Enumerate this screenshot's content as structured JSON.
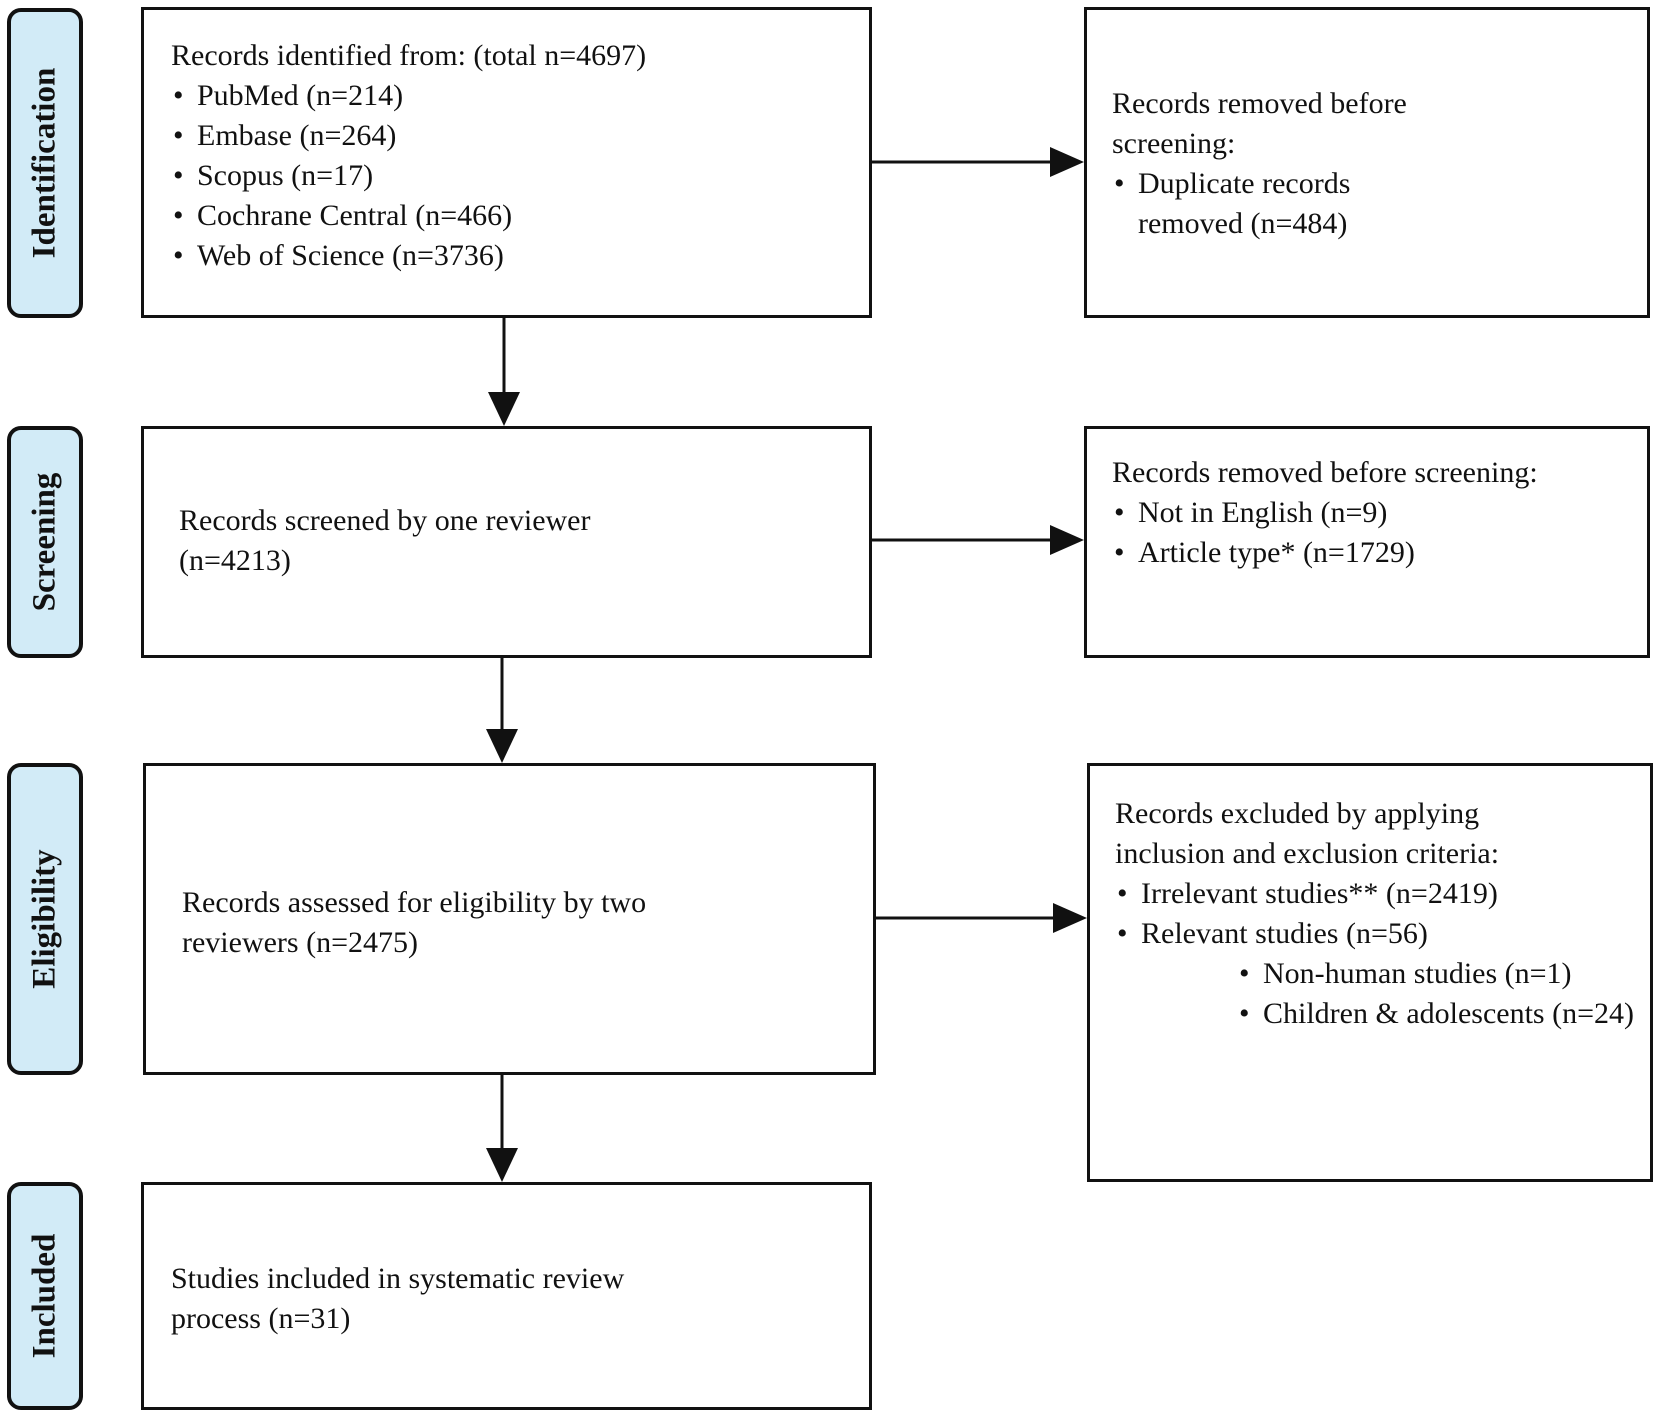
{
  "phases": {
    "identification": "Identification",
    "screening": "Screening",
    "eligibility": "Eligibility",
    "included": "Included"
  },
  "identification_box": {
    "heading": "Records identified from: (total n=4697)",
    "sources": [
      "PubMed (n=214)",
      "Embase (n=264)",
      "Scopus (n=17)",
      "Cochrane Central (n=466)",
      "Web of Science (n=3736)"
    ]
  },
  "removed_before_screening_box": {
    "heading_line1": "Records removed before",
    "heading_line2": "screening:",
    "item_line1": "Duplicate records",
    "item_line2": "removed (n=484)"
  },
  "screened_box": {
    "line1": "Records screened by one reviewer",
    "line2": "(n=4213)"
  },
  "removed_screening_box": {
    "heading": "Records removed before screening:",
    "items": [
      "Not in English (n=9)",
      "Article type* (n=1729)"
    ]
  },
  "eligibility_box": {
    "line1": "Records assessed for eligibility by two",
    "line2": "reviewers (n=2475)"
  },
  "excluded_box": {
    "heading_line1": "Records excluded by applying",
    "heading_line2": "inclusion and exclusion criteria:",
    "items": [
      "Irrelevant studies** (n=2419)",
      "Relevant studies (n=56)"
    ],
    "sub_items": {
      "non_human": "Non-human studies (n=1)",
      "children_line1": "Children & adolescents",
      "children_line2": "(n=24)"
    }
  },
  "included_box": {
    "line1": "Studies included in systematic review",
    "line2": "process (n=31)"
  },
  "colors": {
    "phase_fill": "#d2ebf7",
    "stroke": "#111111"
  }
}
